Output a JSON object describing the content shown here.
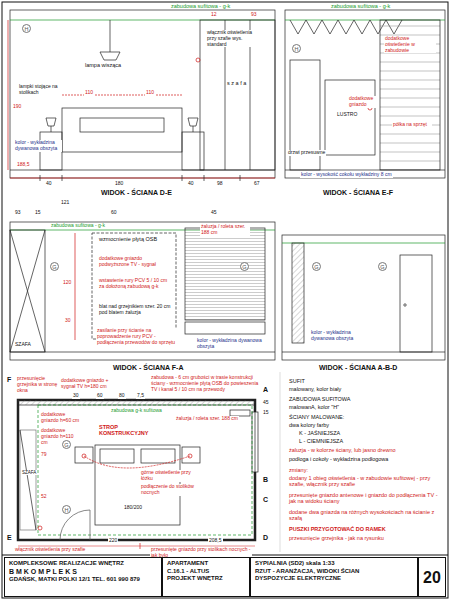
{
  "diagram": {
    "nodes": [
      {
        "text": [
          "KOMPLEKSOWE REALIZACJE WNĘTRZ",
          "B M K O M P L E K S",
          "GDAŃSK, MATKI POLKI 12/1 TEL. 601 990 879"
        ]
      },
      {
        "text": [
          "APARTAMENT",
          "C.16.1 - ALTUS",
          "PROJEKT WNĘTRZ"
        ]
      },
      {
        "text": [
          "SYPIALNIA (SD2) skala 1:33",
          "RZUT - ARANŻACJA, WIDOKI ŚCIAN",
          "DYSPOZYCJE ELEKTRYCZNE"
        ]
      },
      {
        "text": [
          "20"
        ]
      },
      {
        "text": [
          "H"
        ]
      },
      {
        "text": [
          "H"
        ]
      },
      {
        "text": [
          "G"
        ]
      },
      {
        "text": [
          "G"
        ]
      },
      {
        "text": [
          "G"
        ]
      },
      {
        "text": [
          "G"
        ]
      },
      {
        "text": [
          "G"
        ]
      },
      {
        "text": [
          "H"
        ]
      }
    ],
    "labels": [
      "zabudowa sufitowa - g-k",
      "12",
      "93",
      "lampa wisząca",
      "włącznik oświetlenia przy szafie wys. standard",
      "lampki stojące na stolikach",
      "s z a f a",
      "110",
      "110",
      "190",
      "kolor - wykładzina dywanowa obszyta",
      "188,5",
      "40",
      "180",
      "40",
      "98",
      "67",
      "WIDOK - ŚCIANA D-E",
      "zabudowa sufitowa - g-k",
      "dodatkowe oświetlenie w zabudowie",
      "LUSTRO",
      "dodatkowe gniazdo",
      "półka na sprzęt",
      "drzwi przesuwne",
      "kolor - wysokość cokołu wykładziny 8 cm",
      "WIDOK - ŚCIANA E-F",
      "121",
      "93",
      "15",
      "60",
      "45",
      "wzmocnienie płytą OSB",
      "żaluzja / roleta szer. 188 cm",
      "zabudowa sufitowa - g-k",
      "dodatkowe gniazdo podwyższone TV - sygnał",
      "120",
      "wstawienie rury PCV 5 / 10 cm za dołożoną zabudową g-k",
      "blat nad grzejnikiem szer. 20 cm pod blatem żaluzja",
      "30",
      "kolor - wykładzina dywanowa obszyta",
      "SZAFA",
      "zasilanie przy ścianie na poprowadzenie rury PCV - podłączenia przewodów do sprzętu",
      "WIDOK - ŚCIANA F-A",
      "kolor - wykładzina dywanowa obszyta",
      "WIDOK - ŚCIANA A-B-D",
      "F",
      "przesunięcie grzejnika w stronę okna",
      "dodatkowe gniazdo + sygnał TV h=180 cm",
      "zabudowa - 6 cm grubości w trasie konstrukcji ściany - wzmocnienie płytą OSB do powieszenia TV i kanał 5 / 10 cm na przewody",
      "30",
      "60",
      "80",
      "7,5",
      "A",
      "45",
      "15",
      "zabudowa g-k sufitowa",
      "żaluzja / roleta szer. 188 cm",
      "dodatkowe gniazdo h=60 cm",
      "dodatkowe gniazdo h=110 cm",
      "STROP KONSTRUKCYJNY",
      "górne oświetlenie przy łóżku",
      "podłączenie do stolików nocnych",
      "180/200",
      "SZAFA",
      "79",
      "52",
      "B",
      "C",
      "E",
      "D",
      "220",
      "208,5",
      "włącznik oświetlenia przy szafie",
      "przesunięte gniazdo przy stolikach nocnych - jak było",
      "SUFIT",
      "malowany, kolor biały",
      "ZABUDOWA SUFITOWA",
      "malowanA, kolor \"H\"",
      "ŚCIANY MALOWANE:",
      "dwa kolory farby",
      "K - JAŚNIEJSZA",
      "L - CIEMNIEJSZA",
      "żaluzja - w kolorze ściany, lub jasno drewno",
      "podłoga i cokoły - wykładzina podłogowa",
      "zmiany:",
      "dodany 1 obieg oświetlenia - w zabudowie sufitowej - przy szafie, włącznik przy szafie",
      "przesunięte gniazdo antenowe i gniazdo do podłączenia TV - jak na widoku ściany",
      "dodane dwa gniazda na różnych wysokościach na ścianie z szafą",
      "PUSZKI PRZYGOTOWAĆ DO RAMEK",
      "przesunięcie grzejnika - jak na rysunku"
    ]
  }
}
